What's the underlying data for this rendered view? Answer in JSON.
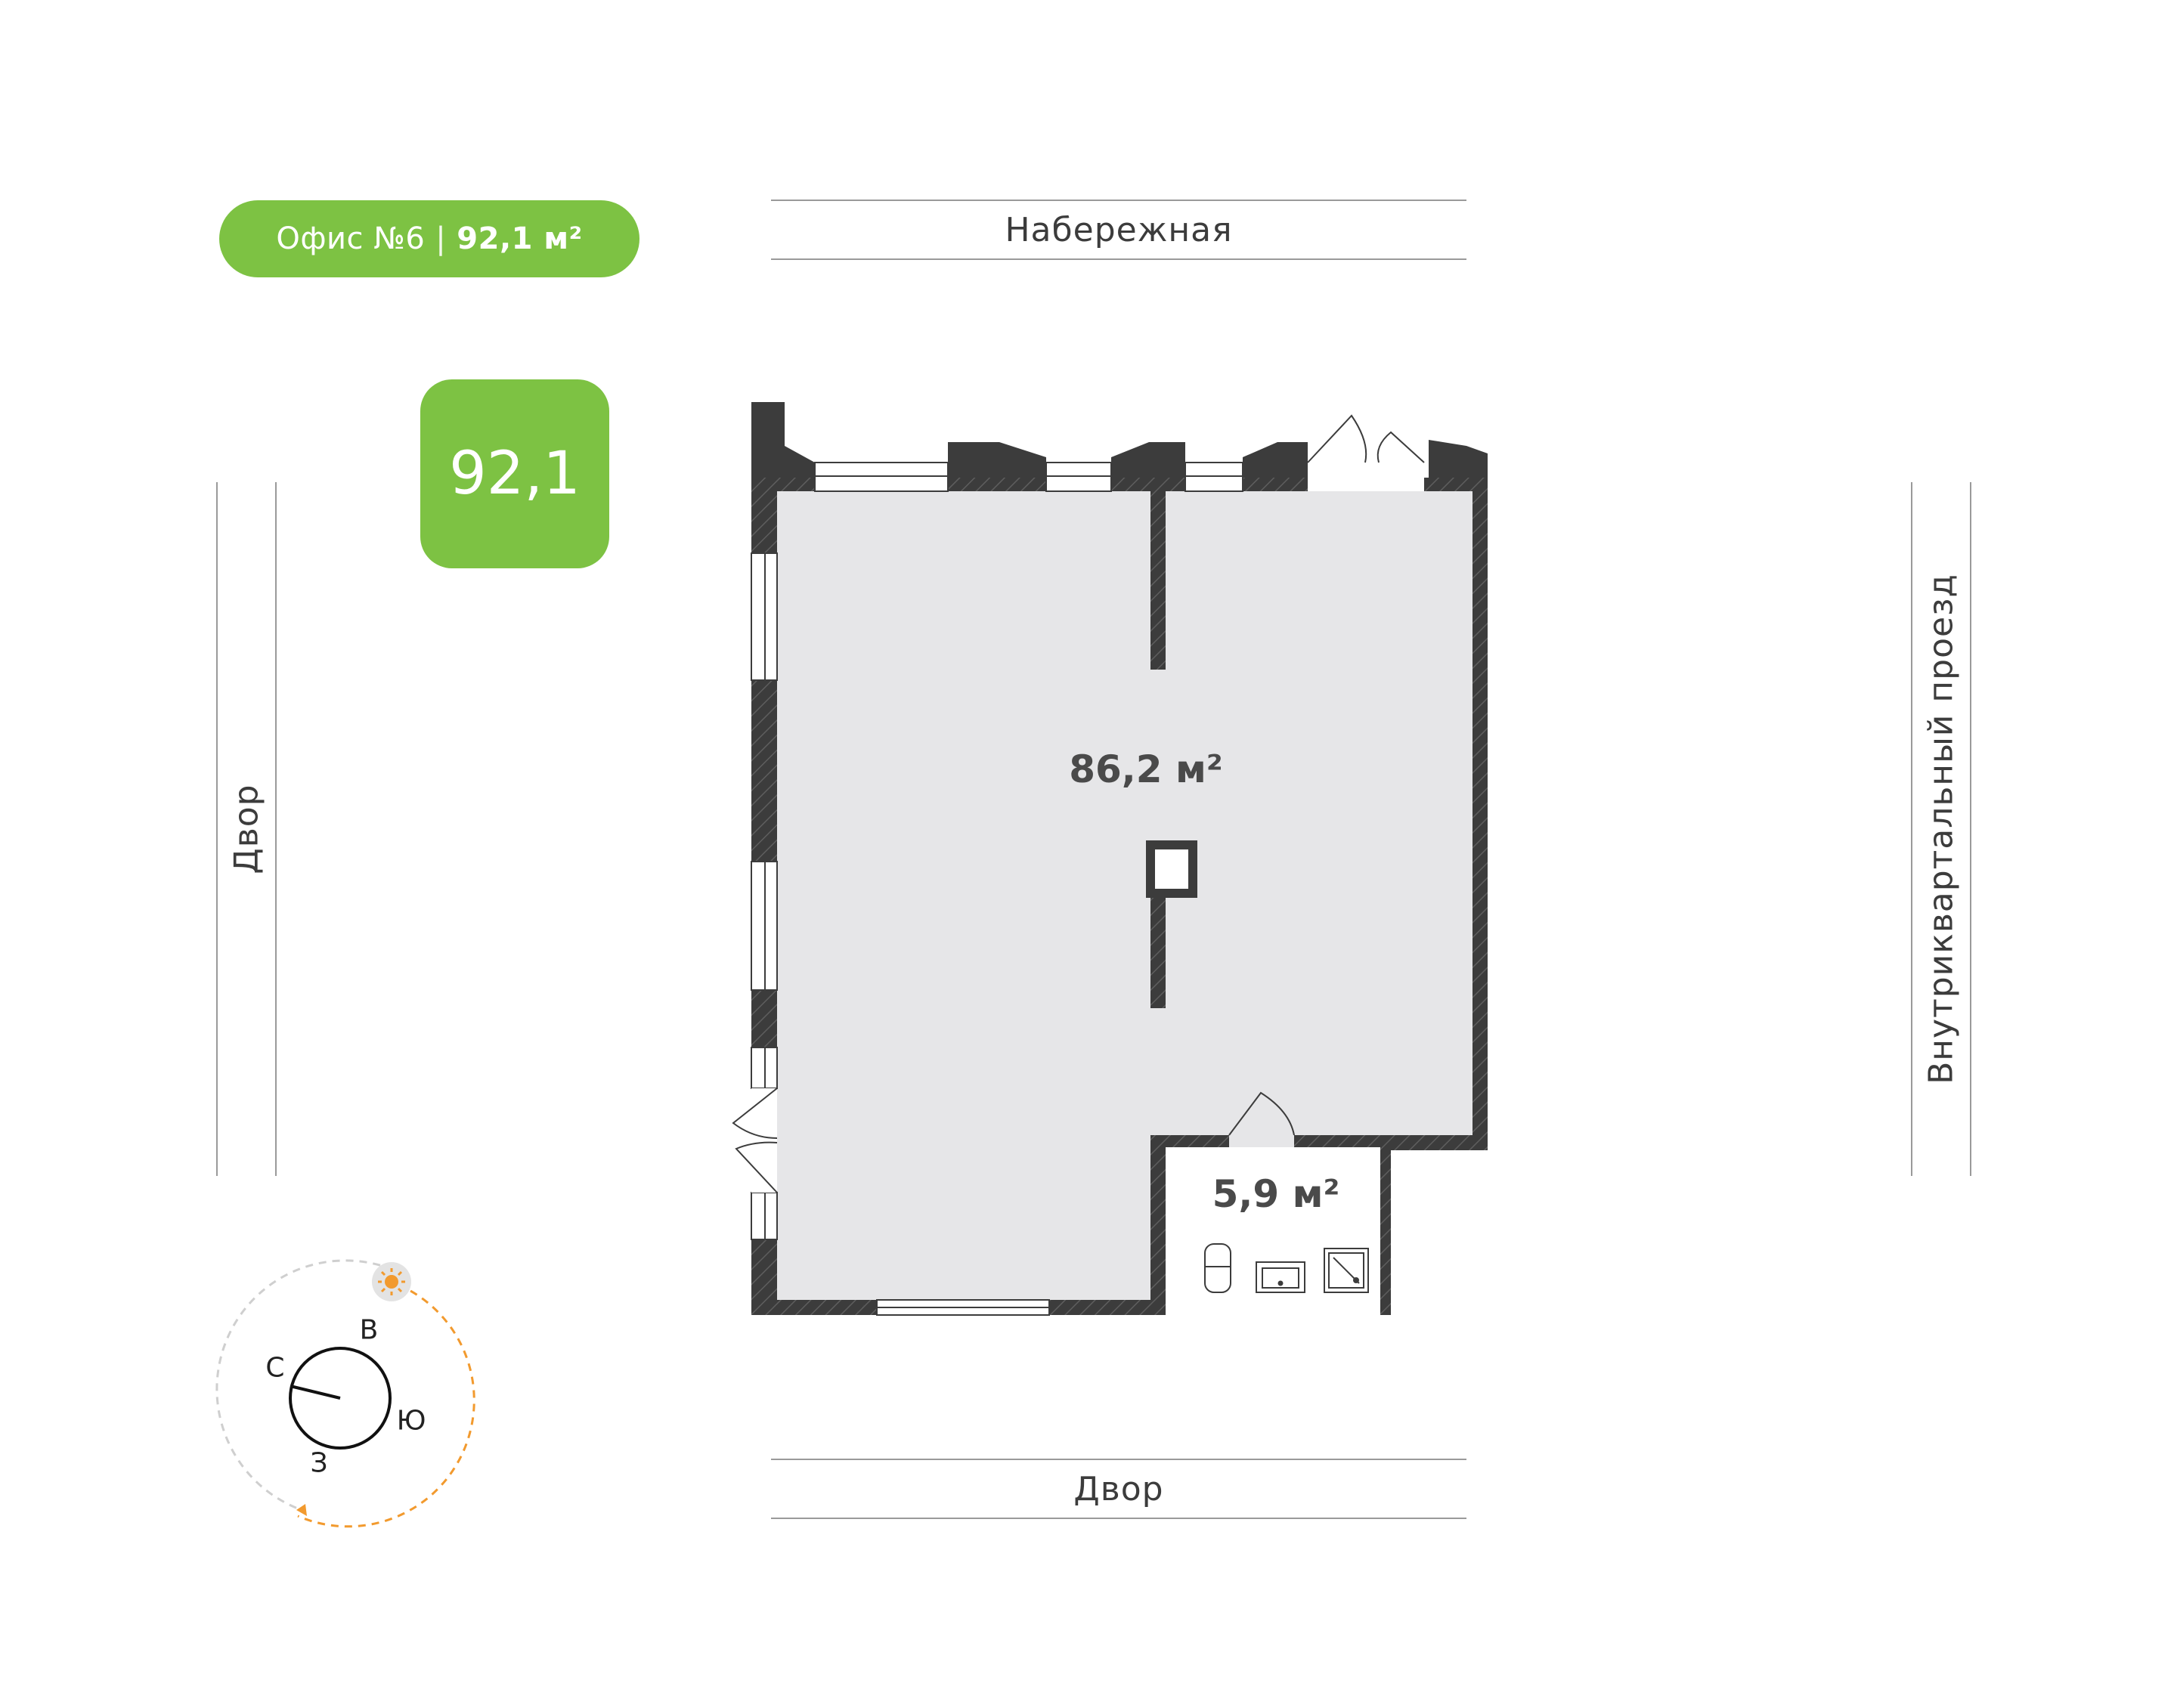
{
  "header": {
    "office_label": "Офис №6",
    "separator": "|",
    "area_label": "92,1 м²"
  },
  "badge": {
    "total_area": "92,1"
  },
  "streets": {
    "top": "Набережная",
    "bottom": "Двор",
    "left": "Двор",
    "right": "Внутриквартальный проезд"
  },
  "rooms": {
    "main_area": "86,2 м²",
    "bathroom_area": "5,9 м²"
  },
  "compass": {
    "north": "С",
    "east": "В",
    "south": "Ю",
    "west": "З",
    "sun_icon": "sun-icon"
  },
  "colors": {
    "accent": "#7dc243",
    "wall": "#3c3c3c",
    "floor": "#e6e6e8",
    "sun_path": "#f29a2e"
  }
}
